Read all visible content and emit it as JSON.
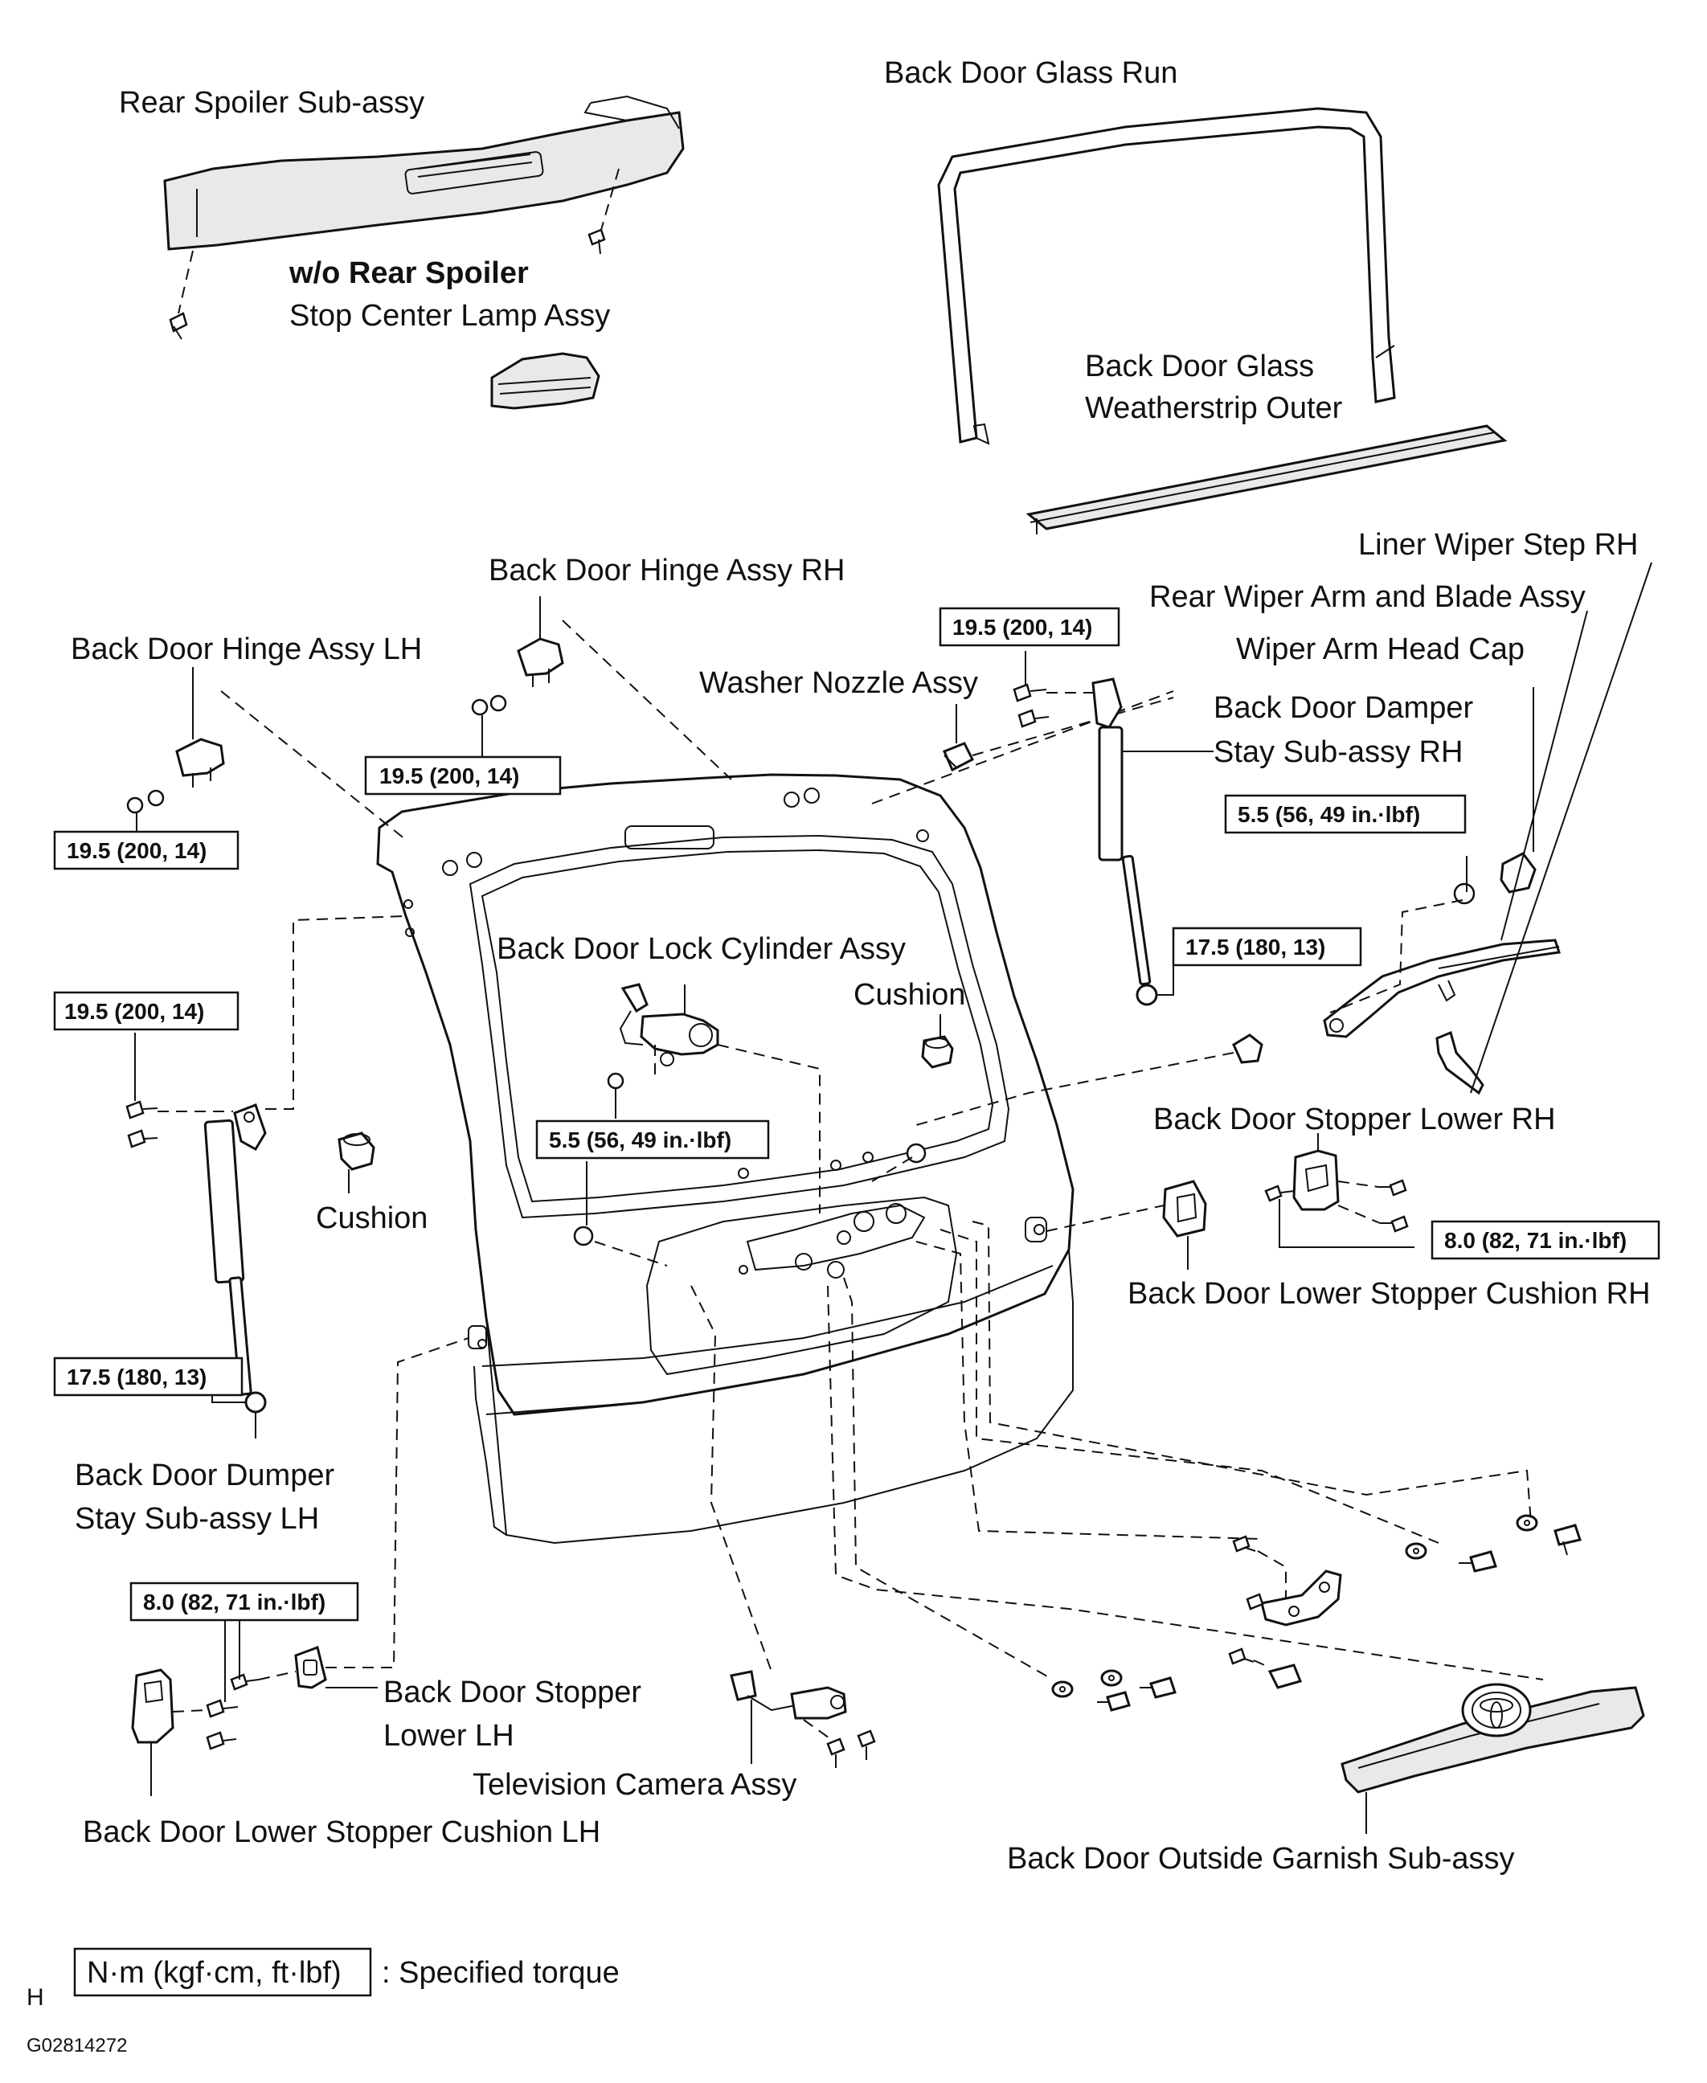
{
  "labels": {
    "rear_spoiler": "Rear Spoiler Sub-assy",
    "wo_rear_spoiler": "w/o Rear Spoiler",
    "stop_center_lamp": "Stop Center Lamp Assy",
    "glass_run": "Back Door Glass Run",
    "weatherstrip_l1": "Back Door Glass",
    "weatherstrip_l2": "Weatherstrip Outer",
    "liner_wiper_step": "Liner Wiper Step RH",
    "rear_wiper_arm": "Rear Wiper Arm and Blade Assy",
    "wiper_head_cap": "Wiper Arm Head Cap",
    "hinge_rh": "Back Door Hinge Assy RH",
    "hinge_lh": "Back Door Hinge Assy LH",
    "washer_nozzle": "Washer Nozzle Assy",
    "damper_rh_l1": "Back Door Damper",
    "damper_rh_l2": "Stay Sub-assy RH",
    "lock_cylinder": "Back Door Lock Cylinder Assy",
    "cushion_upper": "Cushion",
    "cushion_left": "Cushion",
    "stopper_lower_rh": "Back Door Stopper Lower RH",
    "lower_stopper_cushion_rh": "Back Door Lower Stopper Cushion RH",
    "damper_lh_l1": "Back Door Dumper",
    "damper_lh_l2": "Stay Sub-assy LH",
    "stopper_lower_lh_l1": "Back Door Stopper",
    "stopper_lower_lh_l2": "Lower LH",
    "tv_camera": "Television Camera Assy",
    "lower_stopper_cushion_lh": "Back Door Lower Stopper Cushion LH",
    "outside_garnish": "Back Door Outside Garnish Sub-assy"
  },
  "torques": {
    "hinge_rh": "19.5 (200, 14)",
    "hinge_lh": "19.5 (200, 14)",
    "damper_rh_top": "19.5 (200, 14)",
    "wiper_nut": "5.5 (56, 49 in.·lbf)",
    "damper_rh_bottom": "17.5 (180, 13)",
    "damper_lh_top": "19.5 (200, 14)",
    "lock_cylinder_nut": "5.5 (56, 49 in.·lbf)",
    "stopper_rh": "8.0 (82, 71 in.·lbf)",
    "damper_lh_bottom": "17.5 (180, 13)",
    "stopper_lh": "8.0 (82, 71 in.·lbf)"
  },
  "legend": {
    "box": "N·m (kgf·cm, ft·lbf)",
    "text": ": Specified torque"
  },
  "footer": {
    "marker": "H",
    "code": "G02814272"
  },
  "icons": [
    "toyota-emblem-icon",
    "bolt-icon",
    "nut-icon",
    "clip-icon"
  ]
}
